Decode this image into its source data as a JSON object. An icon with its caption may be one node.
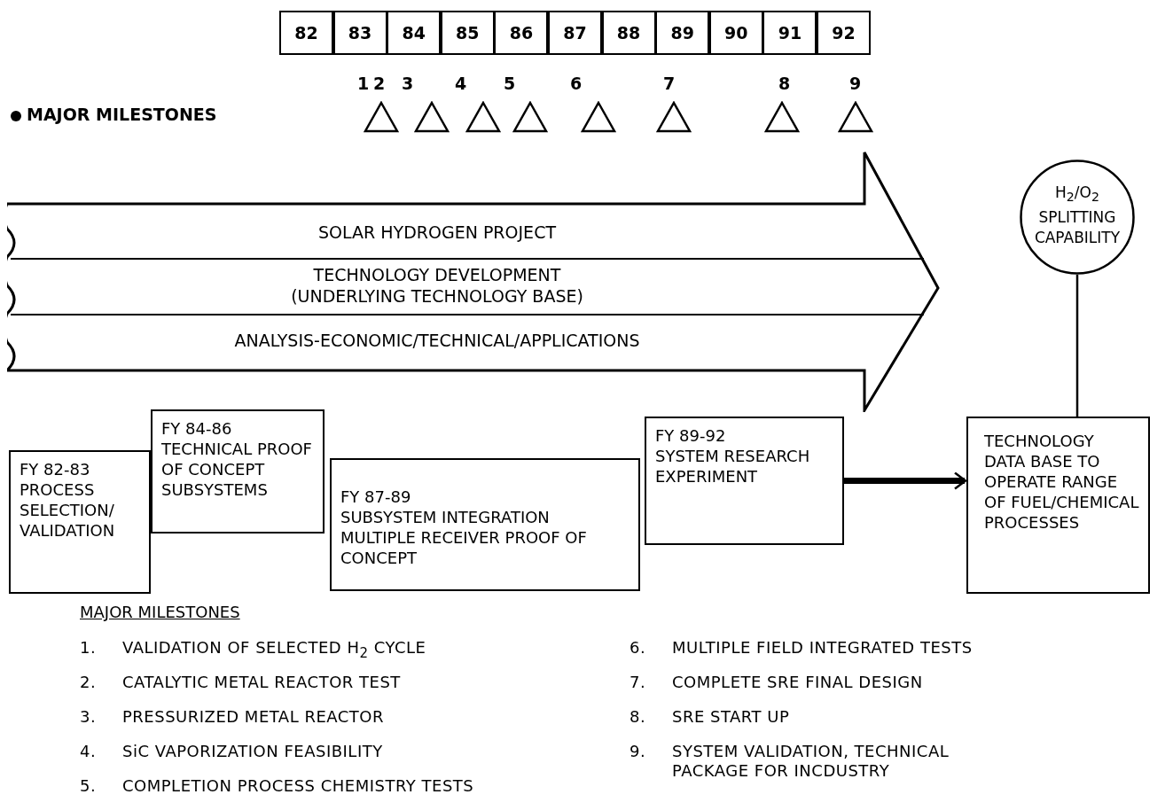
{
  "diagram": {
    "nodes": [
      {
        "text": [
          "SOLAR HYDROGEN PROJECT",
          "TECHNOLOGY DEVELOPMENT (UNDERLYING TECHNOLOGY BASE)",
          "ANALYSIS-ECONOMIC/TECHNICAL/APPLICATIONS"
        ]
      },
      {
        "text": [
          "H$_{2}$/O$_{2}$ SPLITTING CAPABILITY"
        ]
      },
      {
        "text": [
          "FY 82-83",
          "PROCESS SELECTION/ VALIDATION"
        ]
      },
      {
        "text": [
          "FY 84-86",
          "TECHNICAL PROOF OF CONCEPT SUBSYSTEMS"
        ]
      },
      {
        "text": [
          "FY 87-89",
          "SUBSYSTEM INTEGRATION MULTIPLE RECEIVER PROOF OF CONCEPT"
        ]
      },
      {
        "text": [
          "FY 89-92",
          "SYSTEM RESEARCH EXPERIMENT"
        ]
      },
      {
        "text": [
          "TECHNOLOGY DATA BASE TO OPERATE RANGE OF FUEL/CHEMICAL PROCESSES"
        ]
      }
    ],
    "edges": [
      {
        "from": 1,
        "to": 6,
        "arrow": "none"
      },
      {
        "from": 5,
        "to": 6,
        "arrow": "to",
        "style": "thick"
      }
    ],
    "labels": [
      "82",
      "83",
      "84",
      "85",
      "86",
      "87",
      "88",
      "89",
      "90",
      "91",
      "92",
      "1",
      "2",
      "3",
      "4",
      "5",
      "6",
      "7",
      "8",
      "9",
      "MAJOR MILESTONES",
      "MAJOR MILESTONES",
      "1.",
      "VALIDATION OF SELECTED H$_{2}$ CYCLE",
      "6.",
      "MULTIPLE FIELD INTEGRATED TESTS",
      "2.",
      "CATALYTIC METAL REACTOR TEST",
      "7.",
      "COMPLETE SRE FINAL DESIGN",
      "3.",
      "PRESSURIZED METAL REACTOR",
      "8.",
      "SRE START UP",
      "4.",
      "SiC VAPORIZATION FEASIBILITY",
      "9.",
      "SYSTEM VALIDATION, TECHNICAL PACKAGE FOR INCDUSTRY",
      "5.",
      "COMPLETION PROCESS CHEMISTRY TESTS"
    ]
  }
}
